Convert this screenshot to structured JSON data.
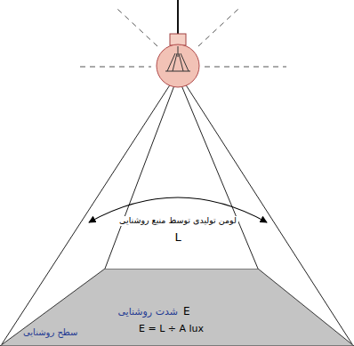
{
  "diagram": {
    "nodes": [
      {
        "text": [
          "E",
          "شدت روشنایی",
          "E = L ÷ A lux",
          "سطح روشنایی"
        ]
      }
    ],
    "labels": [
      "لومن تولیدی توسط منبع روشنایی",
      "L"
    ]
  }
}
